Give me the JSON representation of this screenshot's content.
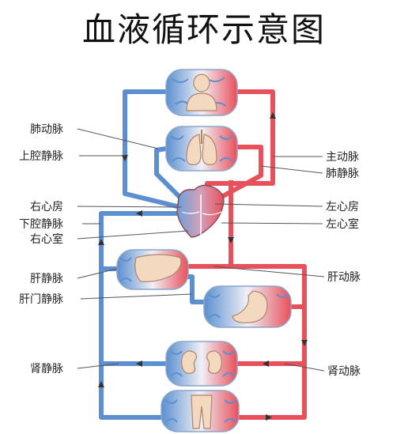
{
  "title": "血液循环示意图",
  "labels_left": [
    "肺动脉",
    "上腔静脉",
    "右心房",
    "下腔静脉",
    "右心室",
    "肝静脉",
    "肝门静脉",
    "肾静脉"
  ],
  "labels_right": [
    "主动脉",
    "肺静脉",
    "左心房",
    "左心室",
    "肝动脉",
    "肾动脉"
  ],
  "colors": {
    "arterial": "#e8505b",
    "venous": "#5b8fd0",
    "tissue": "#f3d9c0",
    "arrow": "#333333"
  }
}
